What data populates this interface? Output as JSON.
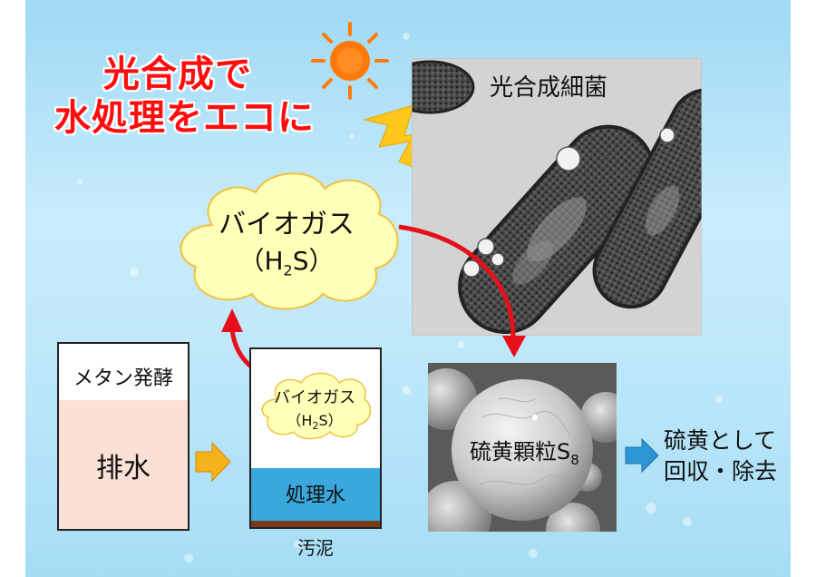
{
  "title": {
    "line1": "光合成で",
    "line2": "水処理をエコに"
  },
  "bacteria_photo": {
    "label": "光合成細菌"
  },
  "biogas_cloud": {
    "name": "バイオガス",
    "formula_open": "（H",
    "formula_sub": "2",
    "formula_close": "S）"
  },
  "tank_left": {
    "header": "メタン発酵",
    "body": "排水"
  },
  "tank_right": {
    "cloud_name": "バイオガス",
    "cloud_formula_open": "（H",
    "cloud_formula_sub": "2",
    "cloud_formula_close": "S）",
    "water_label": "処理水",
    "sludge_label": "汚泥"
  },
  "sulfur_photo": {
    "label": "硫黄顆粒S",
    "label_sub": "8"
  },
  "result": {
    "line1": "硫黄として",
    "line2": "回収・除去"
  },
  "colors": {
    "title": "#ff0d0d",
    "arrow_red": "#e5101b",
    "arrow_yellow": "#f5b21a",
    "arrow_blue": "#2d94d6",
    "water": "#3aa7dd",
    "sludge": "#7a3b17",
    "tank_body": "#fbe0d6",
    "cloud_fill": "#ffffb8",
    "sun": "#ff7a0a",
    "lightning": "#ffc81a"
  },
  "icons": {
    "sun": "sun-icon",
    "lightning": "lightning-icon"
  }
}
